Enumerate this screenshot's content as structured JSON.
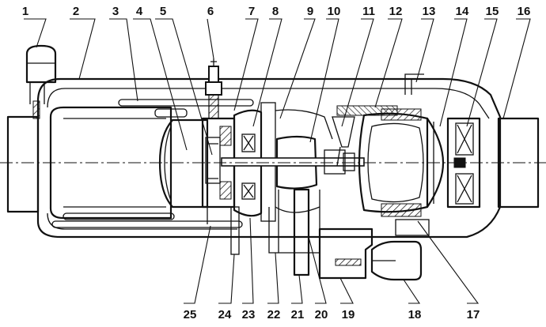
{
  "diagram": {
    "top_callouts": [
      "1",
      "2",
      "3",
      "4",
      "5",
      "6",
      "7",
      "8",
      "9",
      "10",
      "11",
      "12",
      "13",
      "14",
      "15",
      "16"
    ],
    "bottom_callouts": [
      "25",
      "24",
      "23",
      "22",
      "21",
      "20",
      "19",
      "18",
      "17"
    ]
  },
  "colors": {
    "ink": "#111111",
    "paper": "#ffffff"
  }
}
